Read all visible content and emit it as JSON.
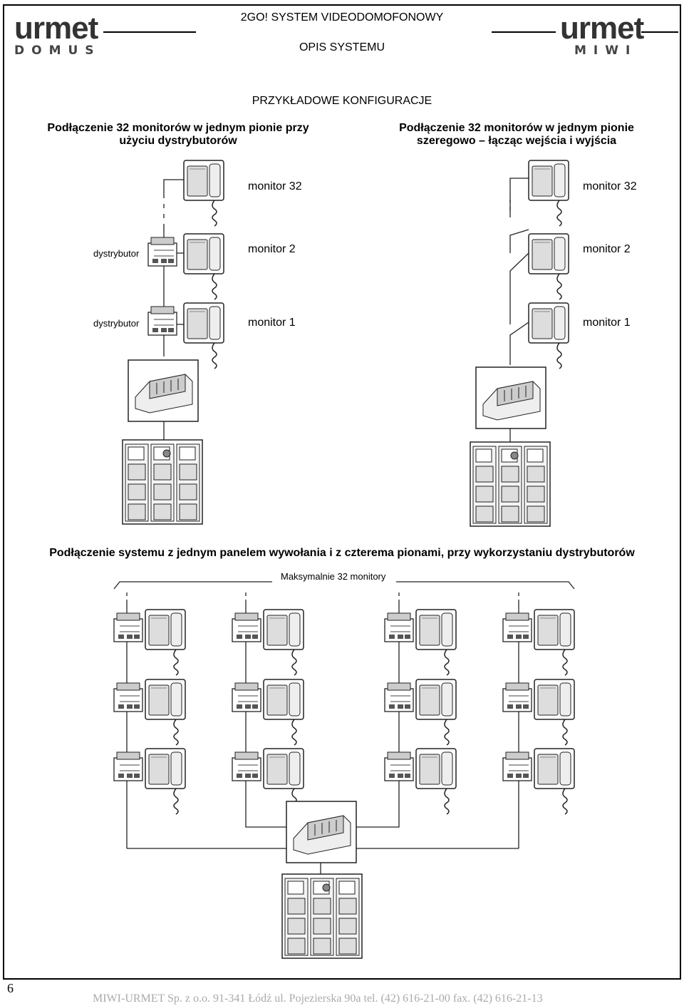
{
  "header": {
    "title": "2GO! SYSTEM VIDEODOMOFONOWY",
    "subtitle": "OPIS SYSTEMU",
    "logo_left": {
      "brand": "urmet",
      "sub": "DOMUS"
    },
    "logo_right": {
      "brand": "urmet",
      "sub": "MIWI"
    }
  },
  "section": {
    "heading": "PRZYKŁADOWE KONFIGURACJE",
    "left_caption_line1": "Podłączenie 32 monitorów w jednym pionie przy",
    "left_caption_line2": "użyciu dystrybutorów",
    "right_caption_line1": "Podłączenie 32 monitorów w jednym pionie",
    "right_caption_line2": "szeregowo – łącząc wejścia i wyjścia"
  },
  "labels": {
    "monitor32": "monitor 32",
    "monitor2": "monitor 2",
    "monitor1": "monitor 1",
    "distributor": "dystrybutor"
  },
  "bottom": {
    "caption": "Podłączenie systemu z jednym panelem wywołania i z czterema pionami, przy wykorzystaniu dystrybutorów",
    "max_label": "Maksymalnie 32 monitory"
  },
  "footer": {
    "page_number": "6",
    "text": "MIWI-URMET Sp. z o.o.  91-341 Łódź ul. Pojezierska 90a  tel. (42) 616-21-00  fax. (42) 616-21-13"
  }
}
